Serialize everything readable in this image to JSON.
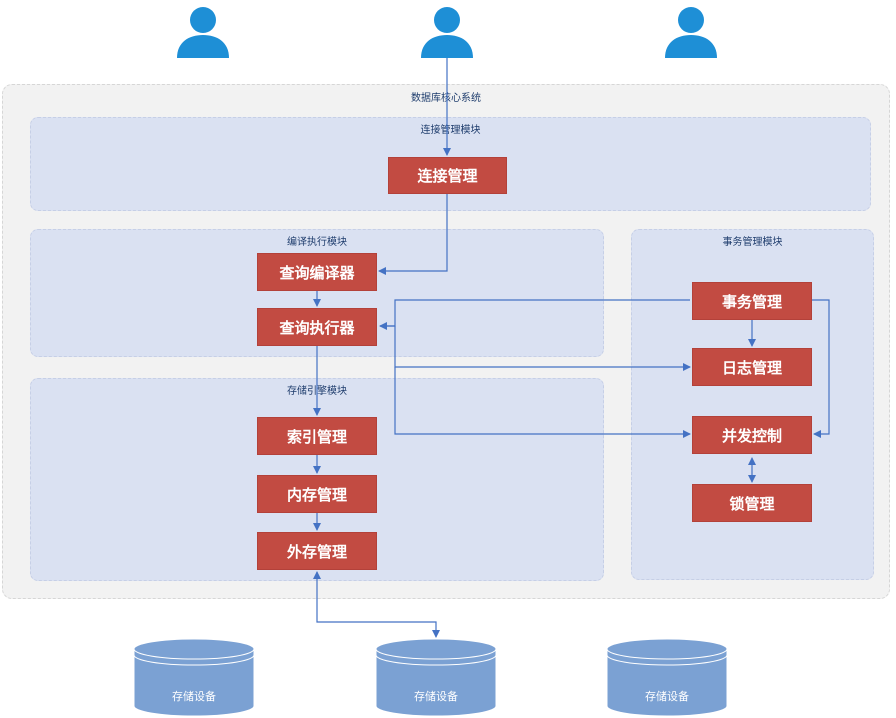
{
  "system": {
    "title": "数据库核心系统"
  },
  "users": [
    {
      "icon": "user-icon"
    },
    {
      "icon": "user-icon"
    },
    {
      "icon": "user-icon"
    }
  ],
  "modules": {
    "connection": {
      "label": "连接管理模块",
      "boxes": {
        "connection_mgmt": "连接管理"
      }
    },
    "compile": {
      "label": "编译执行模块",
      "boxes": {
        "query_compiler": "查询编译器",
        "query_executor": "查询执行器"
      }
    },
    "storage": {
      "label": "存储引擎模块",
      "boxes": {
        "index_mgmt": "索引管理",
        "memory_mgmt": "内存管理",
        "external_mgmt": "外存管理"
      }
    },
    "transaction": {
      "label": "事务管理模块",
      "boxes": {
        "transaction_mgmt": "事务管理",
        "log_mgmt": "日志管理",
        "concurrency_ctrl": "并发控制",
        "lock_mgmt": "锁管理"
      }
    }
  },
  "storage_devices": [
    {
      "label": "存储设备"
    },
    {
      "label": "存储设备"
    },
    {
      "label": "存储设备"
    }
  ],
  "colors": {
    "box": "#c24b42",
    "module": "#dae1f2",
    "outer": "#f2f2f2",
    "arrow": "#4472c4",
    "user": "#1e8fd6",
    "cylinder": "#7ba1d3"
  }
}
